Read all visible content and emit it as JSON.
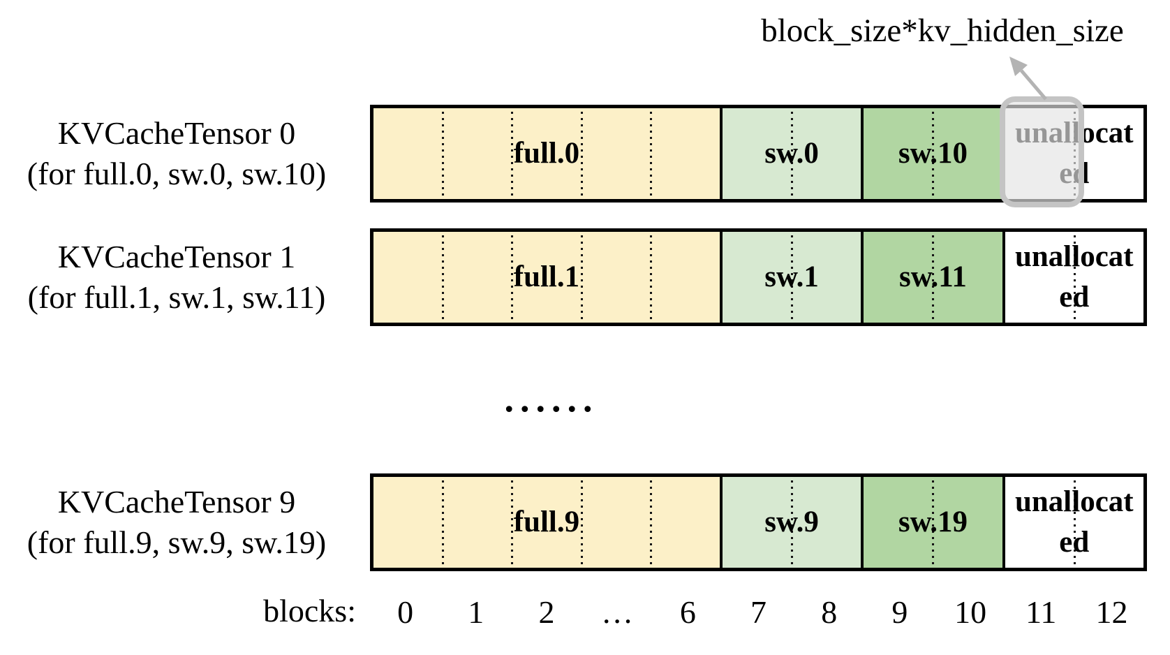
{
  "annotation": "block_size*kv_hidden_size",
  "tensors": [
    {
      "title": "KVCacheTensor 0",
      "subtitle": "(for full.0, sw.0, sw.10)",
      "segments": [
        {
          "label": "full.0"
        },
        {
          "label": "sw.0"
        },
        {
          "label": "sw.10"
        },
        {
          "label": "unallocated"
        }
      ],
      "highlighted_block": "11"
    },
    {
      "title": "KVCacheTensor 1",
      "subtitle": "(for full.1, sw.1, sw.11)",
      "segments": [
        {
          "label": "full.1"
        },
        {
          "label": "sw.1"
        },
        {
          "label": "sw.11"
        },
        {
          "label": "unallocated"
        }
      ]
    },
    {
      "title": "KVCacheTensor 9",
      "subtitle": "(for full.9, sw.9, sw.19)",
      "segments": [
        {
          "label": "full.9"
        },
        {
          "label": "sw.9"
        },
        {
          "label": "sw.19"
        },
        {
          "label": "unallocated"
        }
      ]
    }
  ],
  "ellipsis": "......",
  "axis": {
    "label": "blocks:",
    "ticks": [
      "0",
      "1",
      "2",
      "…",
      "6",
      "7",
      "8",
      "9",
      "10",
      "11",
      "12"
    ]
  },
  "colors": {
    "full_block": "#fcf0c8",
    "sw_block": "#d7e9d1",
    "sw_block_dark": "#b1d6a2",
    "unallocated_block": "#ffffff",
    "highlight_fill": "rgba(227,227,227,0.66)",
    "highlight_border": "#c4c4c4",
    "arrow": "#b3b3b3",
    "text": "#000000"
  }
}
